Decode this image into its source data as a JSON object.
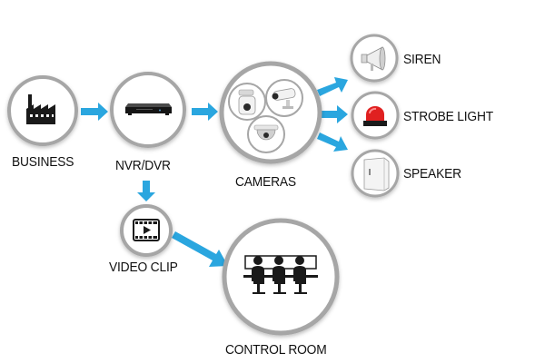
{
  "diagram": {
    "nodes": {
      "business": "BUSINESS",
      "nvr_dvr": "NVR/DVR",
      "cameras": "CAMERAS",
      "video_clip": "VIDEO CLIP",
      "control_room": "CONTROL ROOM",
      "siren": "SIREN",
      "strobe_light": "STROBE LIGHT",
      "speaker": "SPEAKER"
    },
    "colors": {
      "circle_stroke": "#a6a6a6",
      "arrow": "#2aa6df",
      "icon": "#1a1a1a",
      "strobe": "#e02020"
    },
    "icons": {
      "business": "factory-icon",
      "nvr_dvr": "recorder-icon",
      "cameras": "camera-icon",
      "video_clip": "video-clip-icon",
      "control_room": "operators-icon",
      "siren": "horn-speaker-icon",
      "strobe_light": "strobe-light-icon",
      "speaker": "wall-speaker-icon"
    }
  }
}
